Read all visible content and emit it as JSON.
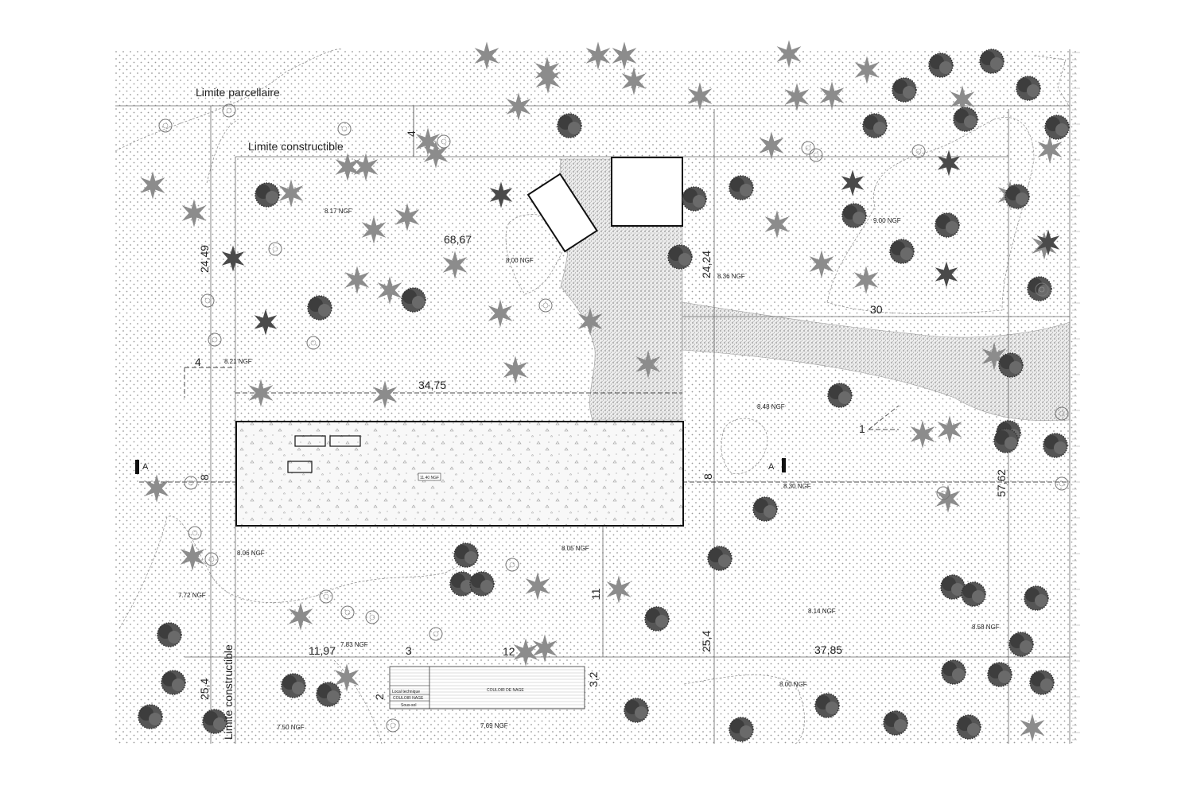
{
  "labels": {
    "limite_parcellaire": "Limite parcellaire",
    "limite_constructible_top": "Limite constructible",
    "limite_constructible_left": "Limite constructible",
    "section_a_left": "A",
    "section_a_right": "A"
  },
  "dimensions": {
    "d_4_top": "4",
    "d_24_49": "24,49",
    "d_68_67": "68,67",
    "d_24_24": "24,24",
    "d_30": "30",
    "d_4_left": "4",
    "d_34_75": "34,75",
    "d_1": "1",
    "d_8_left": "8",
    "d_8_right": "8",
    "d_57_62": "57,62",
    "d_11": "11",
    "d_25_4_mid": "25,4",
    "d_37_85": "37,85",
    "d_11_97": "11,97",
    "d_3": "3",
    "d_12": "12",
    "d_2": "2",
    "d_3_2": "3,2",
    "d_25_4_left": "25,4"
  },
  "levels": {
    "l_8_17": "8.17 NGF",
    "l_8_00_a": "8.00 NGF",
    "l_8_36": "8.36 NGF",
    "l_9_00": "9.00 NGF",
    "l_8_21": "8.21 NGF",
    "l_8_48": "8.48 NGF",
    "l_8_30": "8.30 NGF",
    "l_11_40": "11.40 NGF",
    "l_8_06": "8.06 NGF",
    "l_8_05": "8.05 NGF",
    "l_7_72": "7.72 NGF",
    "l_8_14": "8.14 NGF",
    "l_8_58": "8.58 NGF",
    "l_7_83": "7.83 NGF",
    "l_8_00_b": "8.00 NGF",
    "l_7_50": "7.50 NGF",
    "l_7_69": "7.69 NGF"
  },
  "pool": {
    "local_technique": "Local technique",
    "couloir_nage_small": "COULOIR NAGE",
    "sous_sol": "Sous-sol",
    "couloir_de_nage": "COULOIR DE NAGE"
  }
}
